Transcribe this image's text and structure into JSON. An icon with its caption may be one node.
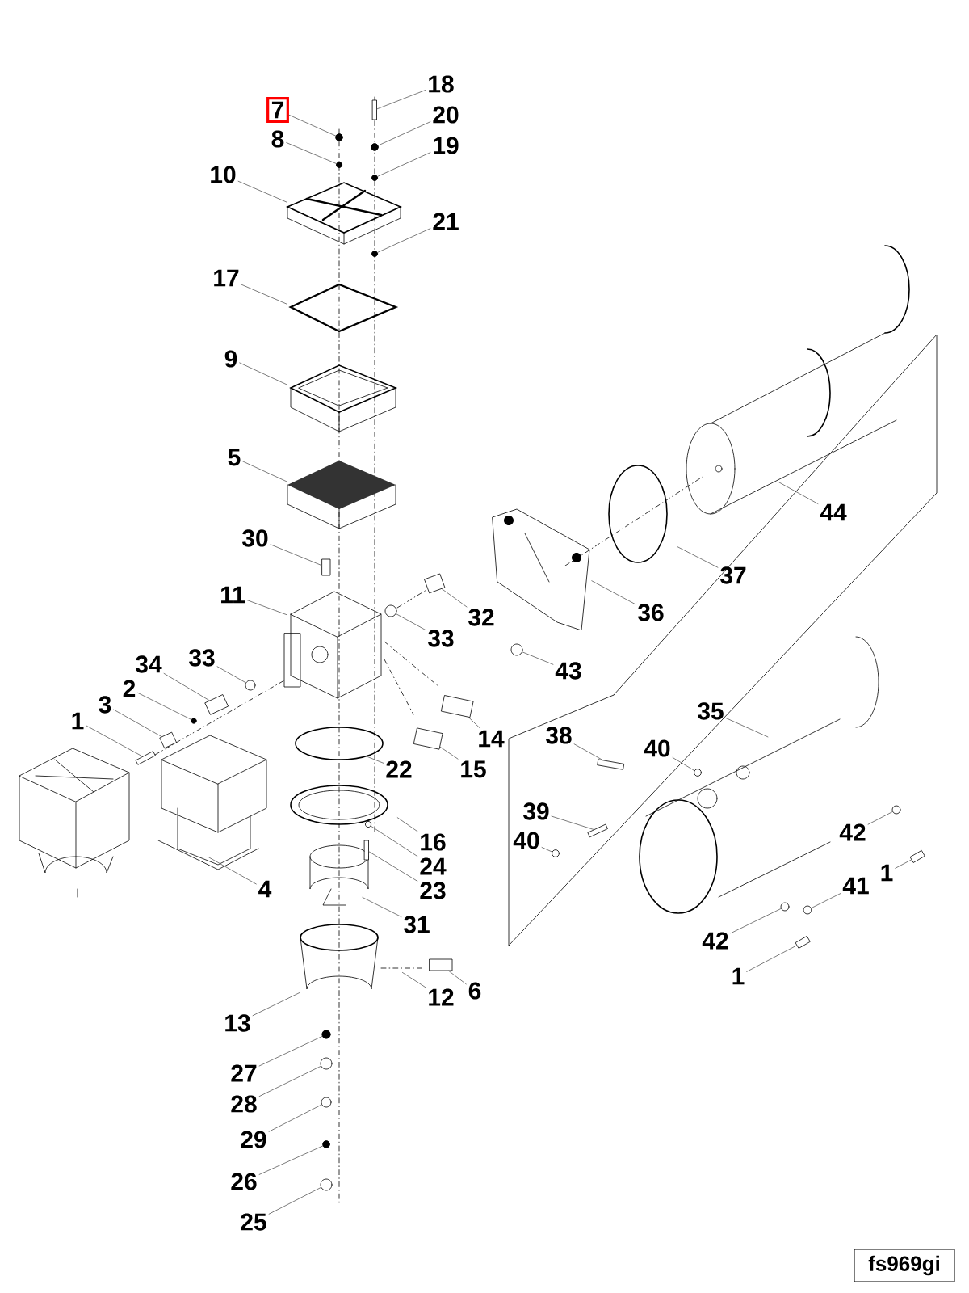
{
  "diagram": {
    "nodes": [
      {
        "text": [
          "7"
        ]
      },
      {
        "text": [
          "18"
        ]
      },
      {
        "text": [
          "8"
        ]
      },
      {
        "text": [
          "20"
        ]
      },
      {
        "text": [
          "19"
        ]
      },
      {
        "text": [
          "10"
        ]
      },
      {
        "text": [
          "21"
        ]
      },
      {
        "text": [
          "17"
        ]
      },
      {
        "text": [
          "9"
        ]
      },
      {
        "text": [
          "5"
        ]
      },
      {
        "text": [
          "30"
        ]
      },
      {
        "text": [
          "11"
        ]
      },
      {
        "text": [
          "32"
        ]
      },
      {
        "text": [
          "33"
        ]
      },
      {
        "text": [
          "33"
        ]
      },
      {
        "text": [
          "34"
        ]
      },
      {
        "text": [
          "2"
        ]
      },
      {
        "text": [
          "3"
        ]
      },
      {
        "text": [
          "1"
        ]
      },
      {
        "text": [
          "14"
        ]
      },
      {
        "text": [
          "15"
        ]
      },
      {
        "text": [
          "22"
        ]
      },
      {
        "text": [
          "16"
        ]
      },
      {
        "text": [
          "24"
        ]
      },
      {
        "text": [
          "4"
        ]
      },
      {
        "text": [
          "23"
        ]
      },
      {
        "text": [
          "31"
        ]
      },
      {
        "text": [
          "13"
        ]
      },
      {
        "text": [
          "12"
        ]
      },
      {
        "text": [
          "6"
        ]
      },
      {
        "text": [
          "27"
        ]
      },
      {
        "text": [
          "28"
        ]
      },
      {
        "text": [
          "29"
        ]
      },
      {
        "text": [
          "26"
        ]
      },
      {
        "text": [
          "25"
        ]
      },
      {
        "text": [
          "44"
        ]
      },
      {
        "text": [
          "37"
        ]
      },
      {
        "text": [
          "36"
        ]
      },
      {
        "text": [
          "43"
        ]
      },
      {
        "text": [
          "35"
        ]
      },
      {
        "text": [
          "38"
        ]
      },
      {
        "text": [
          "40"
        ]
      },
      {
        "text": [
          "39"
        ]
      },
      {
        "text": [
          "40"
        ]
      },
      {
        "text": [
          "42"
        ]
      },
      {
        "text": [
          "1"
        ]
      },
      {
        "text": [
          "41"
        ]
      },
      {
        "text": [
          "42"
        ]
      },
      {
        "text": [
          "1"
        ]
      },
      {
        "text": [
          "fs969gi"
        ]
      },
      {
        "text": [],
        "shape": "circle"
      },
      {
        "text": [],
        "shape": "bar"
      },
      {
        "text": [],
        "shape": "circle"
      },
      {
        "text": [],
        "shape": "circle"
      },
      {
        "text": [],
        "shape": "circle"
      },
      {
        "text": [],
        "shape": "circle"
      },
      {
        "text": [],
        "shape": "bar"
      },
      {
        "text": [],
        "shape": "box"
      },
      {
        "text": [],
        "shape": "circle"
      },
      {
        "text": [],
        "shape": "circle"
      },
      {
        "text": [],
        "shape": "box"
      },
      {
        "text": [],
        "shape": "circle"
      },
      {
        "text": [],
        "shape": "box"
      },
      {
        "text": [],
        "shape": "bar"
      },
      {
        "text": [],
        "shape": "box"
      },
      {
        "text": [],
        "shape": "box"
      },
      {
        "text": [],
        "shape": "circle"
      },
      {
        "text": [],
        "shape": "bar"
      },
      {
        "text": [],
        "shape": "box"
      },
      {
        "text": [],
        "shape": "circle"
      },
      {
        "text": [],
        "shape": "circle"
      },
      {
        "text": [],
        "shape": "circle"
      },
      {
        "text": [],
        "shape": "circle"
      },
      {
        "text": [],
        "shape": "circle"
      },
      {
        "text": [],
        "shape": "circle"
      },
      {
        "text": [],
        "shape": "bar"
      },
      {
        "text": [],
        "shape": "circle"
      },
      {
        "text": [],
        "shape": "bar"
      },
      {
        "text": [],
        "shape": "circle"
      },
      {
        "text": [],
        "shape": "circle"
      },
      {
        "text": [],
        "shape": "bar"
      },
      {
        "text": [],
        "shape": "circle"
      },
      {
        "text": [],
        "shape": "circle"
      },
      {
        "text": [],
        "shape": "bar"
      }
    ],
    "edges": [
      {
        "from": 0,
        "to": 50,
        "arrow": "none"
      },
      {
        "from": 1,
        "to": 51,
        "arrow": "none"
      },
      {
        "from": 2,
        "to": 52,
        "arrow": "none"
      },
      {
        "from": 3,
        "to": 53,
        "arrow": "none"
      },
      {
        "from": 4,
        "to": 54,
        "arrow": "none"
      },
      {
        "from": 5,
        "to": null,
        "arrow": "none"
      },
      {
        "from": 6,
        "to": 55,
        "arrow": "none"
      },
      {
        "from": 7,
        "to": null,
        "arrow": "none"
      },
      {
        "from": 8,
        "to": null,
        "arrow": "none"
      },
      {
        "from": 9,
        "to": null,
        "arrow": "none"
      },
      {
        "from": 10,
        "to": 56,
        "arrow": "none"
      },
      {
        "from": 11,
        "to": null,
        "arrow": "none"
      },
      {
        "from": 12,
        "to": 57,
        "arrow": "none"
      },
      {
        "from": 13,
        "to": 58,
        "arrow": "none"
      },
      {
        "from": 14,
        "to": 59,
        "arrow": "none"
      },
      {
        "from": 15,
        "to": 60,
        "arrow": "none"
      },
      {
        "from": 16,
        "to": 61,
        "arrow": "none"
      },
      {
        "from": 17,
        "to": 62,
        "arrow": "none"
      },
      {
        "from": 18,
        "to": 63,
        "arrow": "none"
      },
      {
        "from": 19,
        "to": 64,
        "arrow": "none"
      },
      {
        "from": 20,
        "to": 65,
        "arrow": "none"
      },
      {
        "from": 21,
        "to": null,
        "arrow": "none"
      },
      {
        "from": 22,
        "to": null,
        "arrow": "none"
      },
      {
        "from": 23,
        "to": 66,
        "arrow": "none"
      },
      {
        "from": 24,
        "to": null,
        "arrow": "none"
      },
      {
        "from": 25,
        "to": 67,
        "arrow": "none"
      },
      {
        "from": 26,
        "to": null,
        "arrow": "none"
      },
      {
        "from": 27,
        "to": null,
        "arrow": "none"
      },
      {
        "from": 28,
        "to": null,
        "arrow": "none"
      },
      {
        "from": 29,
        "to": 68,
        "arrow": "none"
      },
      {
        "from": 30,
        "to": 69,
        "arrow": "none"
      },
      {
        "from": 31,
        "to": 70,
        "arrow": "none"
      },
      {
        "from": 32,
        "to": 71,
        "arrow": "none"
      },
      {
        "from": 33,
        "to": 72,
        "arrow": "none"
      },
      {
        "from": 34,
        "to": 73,
        "arrow": "none"
      },
      {
        "from": 35,
        "to": null,
        "arrow": "none"
      },
      {
        "from": 36,
        "to": null,
        "arrow": "none"
      },
      {
        "from": 37,
        "to": null,
        "arrow": "none"
      },
      {
        "from": 38,
        "to": 74,
        "arrow": "none"
      },
      {
        "from": 39,
        "to": null,
        "arrow": "none"
      },
      {
        "from": 40,
        "to": 75,
        "arrow": "none"
      },
      {
        "from": 41,
        "to": 76,
        "arrow": "none"
      },
      {
        "from": 42,
        "to": 77,
        "arrow": "none"
      },
      {
        "from": 43,
        "to": 78,
        "arrow": "none"
      },
      {
        "from": 44,
        "to": 79,
        "arrow": "none"
      },
      {
        "from": 45,
        "to": 80,
        "arrow": "none"
      },
      {
        "from": 46,
        "to": 81,
        "arrow": "none"
      },
      {
        "from": 47,
        "to": 82,
        "arrow": "none"
      },
      {
        "from": 48,
        "to": 83,
        "arrow": "none"
      }
    ]
  }
}
